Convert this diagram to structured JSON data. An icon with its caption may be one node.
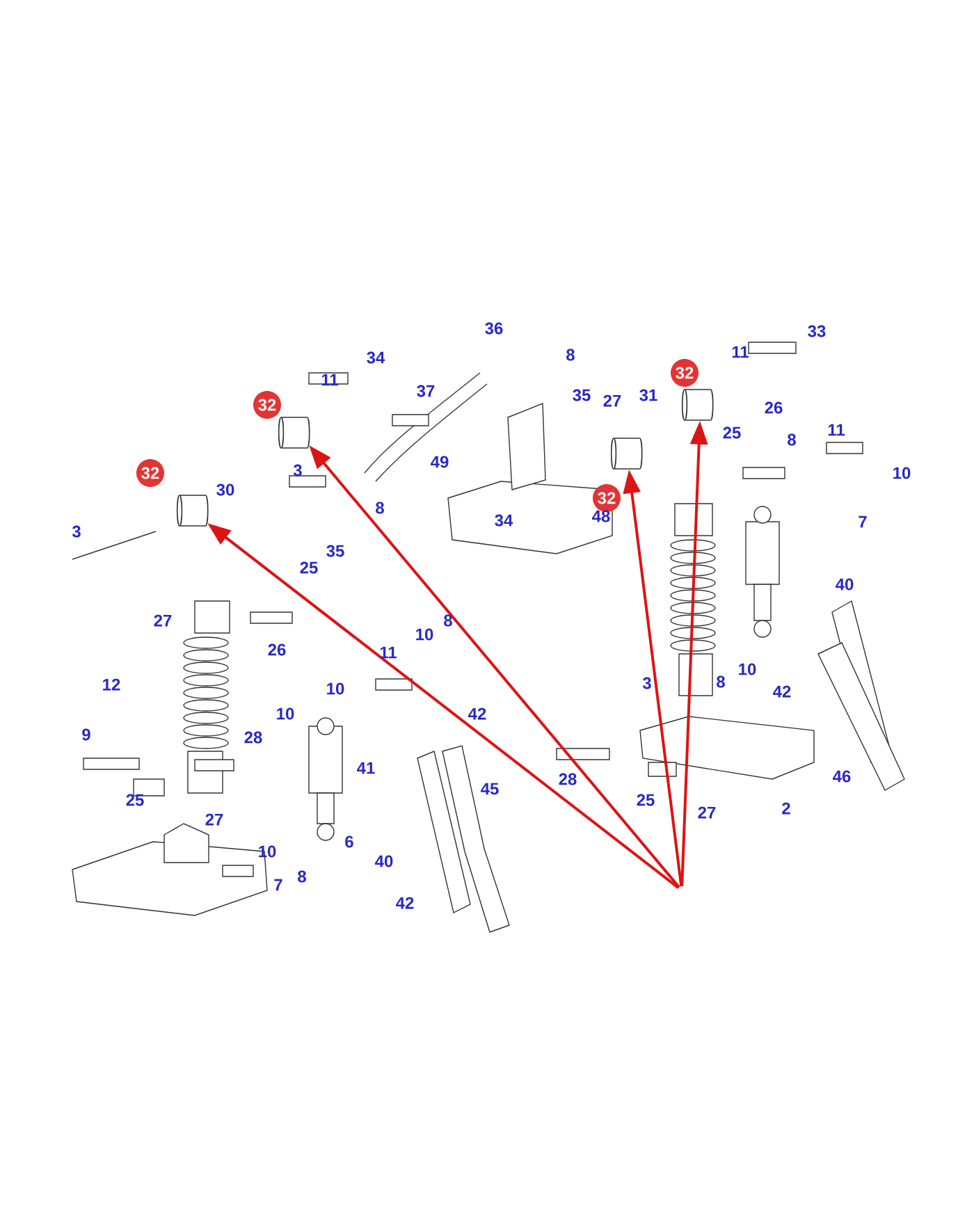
{
  "diagram": {
    "nodes": [
      {
        "text": [
          "32"
        ]
      },
      {
        "text": [
          "32"
        ]
      },
      {
        "text": [
          "32"
        ]
      },
      {
        "text": [
          "32"
        ]
      },
      {
        "text": [],
        "shape": "cylinder"
      },
      {
        "text": [],
        "shape": "cylinder"
      },
      {
        "text": [],
        "shape": "cylinder"
      },
      {
        "text": [],
        "shape": "cylinder"
      }
    ],
    "edges": [
      {
        "from": null,
        "to": 4,
        "arrow": "to"
      },
      {
        "from": null,
        "to": 5,
        "arrow": "to"
      },
      {
        "from": null,
        "to": 6,
        "arrow": "to"
      },
      {
        "from": null,
        "to": 7,
        "arrow": "to"
      }
    ],
    "labels": [
      "36",
      "33",
      "8",
      "11",
      "34",
      "11",
      "37",
      "35",
      "27",
      "31",
      "26",
      "25",
      "8",
      "11",
      "49",
      "3",
      "30",
      "8",
      "10",
      "3",
      "34",
      "48",
      "35",
      "7",
      "25",
      "40",
      "27",
      "26",
      "11",
      "10",
      "8",
      "3",
      "8",
      "10",
      "42",
      "12",
      "10",
      "10",
      "9",
      "28",
      "42",
      "28",
      "25",
      "27",
      "2",
      "46",
      "41",
      "45",
      "25",
      "27",
      "10",
      "8",
      "7",
      "6",
      "40",
      "42"
    ]
  }
}
